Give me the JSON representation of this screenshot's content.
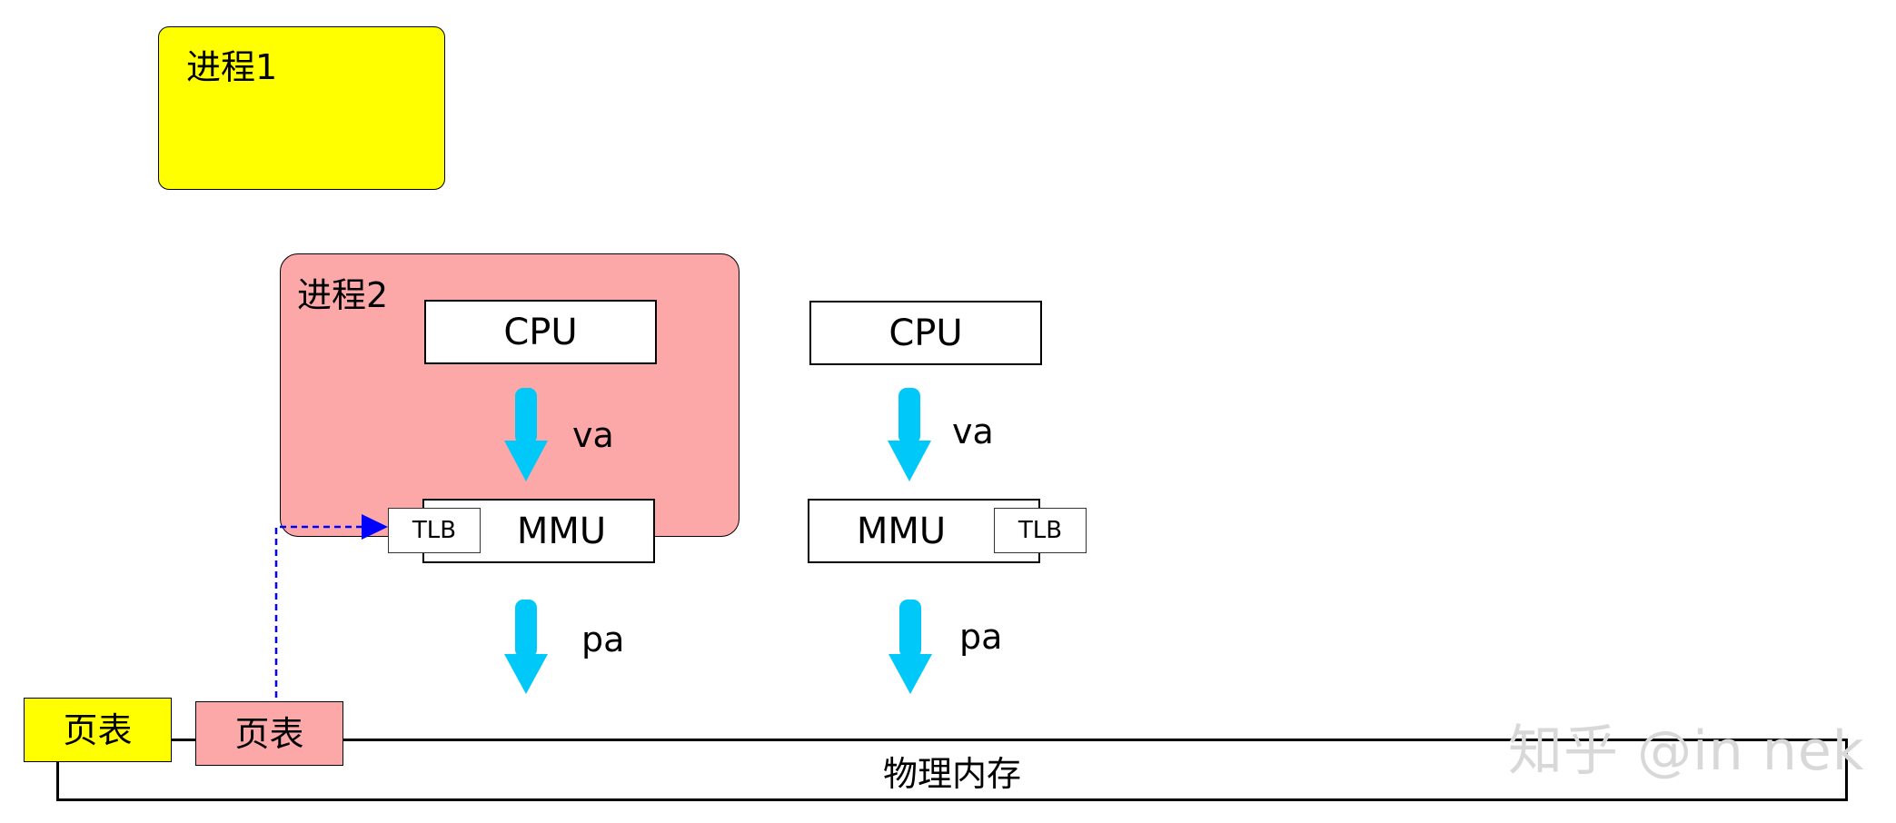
{
  "process1": {
    "label": "进程1"
  },
  "process2": {
    "label": "进程2"
  },
  "left_path": {
    "cpu_label": "CPU",
    "va_label": "va",
    "mmu_label": "MMU",
    "tlb_label": "TLB",
    "pa_label": "pa"
  },
  "right_path": {
    "cpu_label": "CPU",
    "va_label": "va",
    "mmu_label": "MMU",
    "tlb_label": "TLB",
    "pa_label": "pa"
  },
  "page_tables": [
    {
      "label": "页表"
    },
    {
      "label": "页表"
    }
  ],
  "physical_memory": {
    "label": "物理内存"
  },
  "watermark": "知乎 @in nek",
  "colors": {
    "process1": "#ffff00",
    "process2": "#fca8a8",
    "flow_arrow": "#00c8f8",
    "dashed_arrow": "#0000ff"
  }
}
